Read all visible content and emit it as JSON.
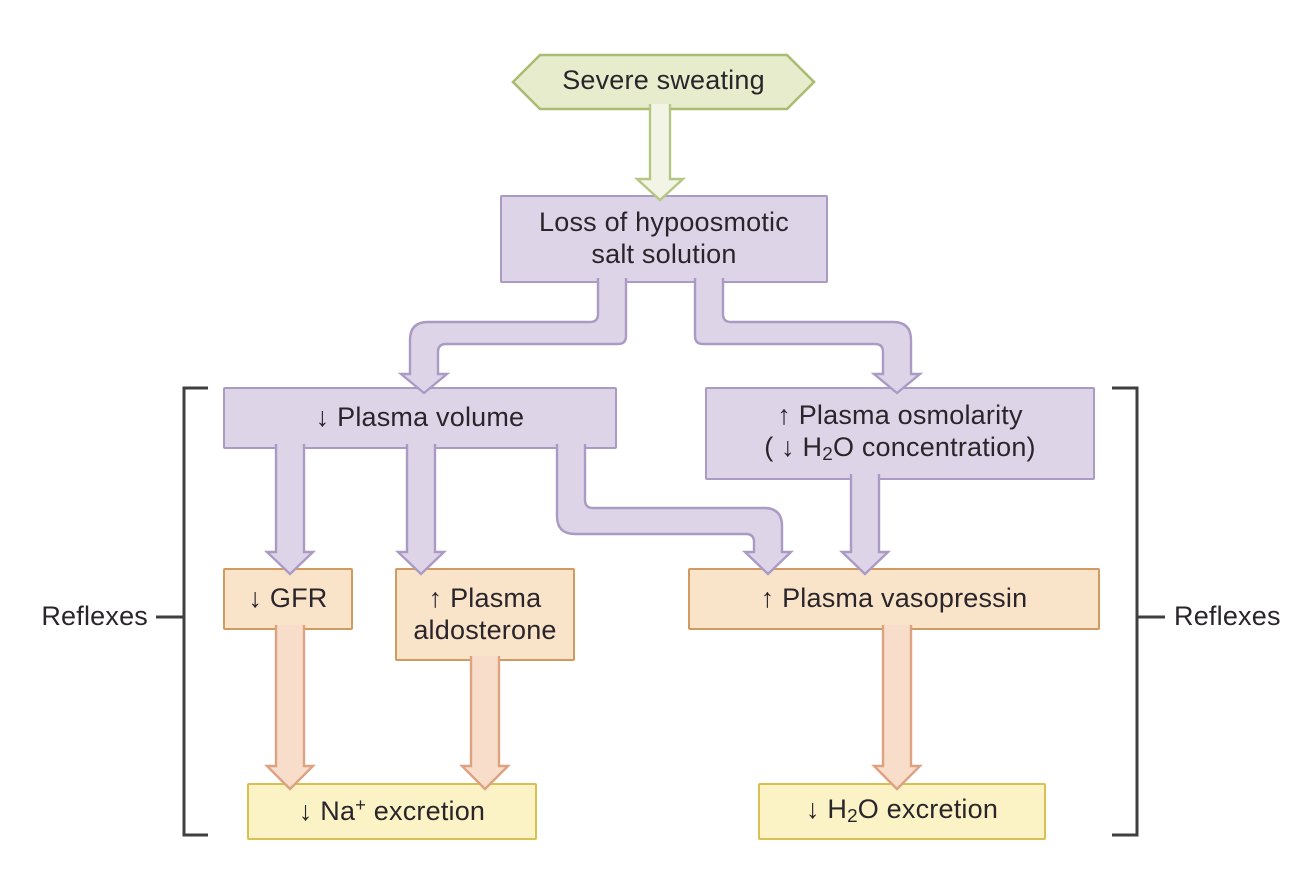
{
  "diagram": {
    "type": "flowchart",
    "topic": "Renal and reflex responses to severe sweating",
    "nodes": {
      "severe_sweating": {
        "label": "Severe sweating",
        "shape": "hexagon",
        "color_family": "green"
      },
      "loss": {
        "line1": "Loss of hypoosmotic",
        "line2": "salt solution",
        "color_family": "purple"
      },
      "plasma_volume": {
        "label": "↓ Plasma volume",
        "color_family": "purple"
      },
      "osmolarity": {
        "line1": "↑ Plasma osmolarity",
        "line2_pre": "( ↓ H",
        "line2_sub": "2",
        "line2_post": "O concentration)",
        "color_family": "purple"
      },
      "gfr": {
        "label": "↓ GFR",
        "color_family": "peach"
      },
      "aldosterone": {
        "line1": "↑ Plasma",
        "line2": "aldosterone",
        "color_family": "peach"
      },
      "vasopressin": {
        "label": "↑ Plasma vasopressin",
        "color_family": "peach"
      },
      "na_excretion": {
        "pre": "↓ Na",
        "sup": "+",
        "post": " excretion",
        "color_family": "yellow"
      },
      "h2o_excretion": {
        "pre": "↓ H",
        "sub": "2",
        "post": "O excretion",
        "color_family": "yellow"
      }
    },
    "edges": [
      {
        "from": "Severe sweating",
        "to": "Loss of hypoosmotic salt solution",
        "color_family": "green"
      },
      {
        "from": "Loss of hypoosmotic salt solution",
        "to": "↓ Plasma volume",
        "color_family": "purple"
      },
      {
        "from": "Loss of hypoosmotic salt solution",
        "to": "↑ Plasma osmolarity (↓ H2O concentration)",
        "color_family": "purple"
      },
      {
        "from": "↓ Plasma volume",
        "to": "↓ GFR",
        "color_family": "purple"
      },
      {
        "from": "↓ Plasma volume",
        "to": "↑ Plasma aldosterone",
        "color_family": "purple"
      },
      {
        "from": "↓ Plasma volume",
        "to": "↑ Plasma vasopressin",
        "color_family": "purple"
      },
      {
        "from": "↑ Plasma osmolarity (↓ H2O concentration)",
        "to": "↑ Plasma vasopressin",
        "color_family": "purple"
      },
      {
        "from": "↓ GFR",
        "to": "↓ Na+ excretion",
        "color_family": "orange"
      },
      {
        "from": "↑ Plasma aldosterone",
        "to": "↓ Na+ excretion",
        "color_family": "orange"
      },
      {
        "from": "↑ Plasma vasopressin",
        "to": "↓ H2O excretion",
        "color_family": "orange"
      }
    ],
    "annotations": {
      "reflexes_left": "Reflexes",
      "reflexes_right": "Reflexes"
    },
    "colors": {
      "hexagon_fill": "#e7edcc",
      "hexagon_border": "#a9bc72",
      "green_arrow_fill": "#f2f5e5",
      "green_arrow_border": "#b5c584",
      "purple_fill": "#ddd5e7",
      "purple_border": "#ab9ac4",
      "peach_fill": "#f9e3c9",
      "peach_border": "#d09a60",
      "orange_arrow_fill": "#f7ddca",
      "orange_arrow_border": "#dca282",
      "yellow_fill": "#fbf3c5",
      "yellow_border": "#d8c150",
      "bracket": "#3f3f3f",
      "text": "#29252a",
      "background": "#ffffff"
    }
  }
}
